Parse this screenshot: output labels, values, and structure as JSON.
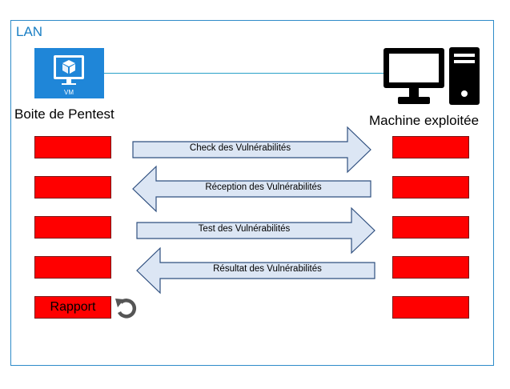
{
  "lan": {
    "label": "LAN"
  },
  "left_node": {
    "label": "Boite de Pentest",
    "icon": "vm-icon",
    "icon_text": "VM",
    "icon_color": "#1f86d8"
  },
  "right_node": {
    "label": "Machine exploitée",
    "icon": "desktop-computer-icon"
  },
  "left_boxes": [
    {
      "label": ""
    },
    {
      "label": ""
    },
    {
      "label": ""
    },
    {
      "label": ""
    },
    {
      "label": "Rapport"
    }
  ],
  "right_boxes": [
    {
      "label": ""
    },
    {
      "label": ""
    },
    {
      "label": ""
    },
    {
      "label": ""
    },
    {
      "label": ""
    }
  ],
  "arrows": [
    {
      "label": "Check des Vulnérabilités",
      "direction": "right"
    },
    {
      "label": "Réception des Vulnérabilités",
      "direction": "left"
    },
    {
      "label": "Test des Vulnérabilités",
      "direction": "right"
    },
    {
      "label": "Résultat des Vulnérabilités",
      "direction": "left"
    }
  ],
  "repeat_icon": "undo-arrow-icon",
  "colors": {
    "frame": "#2e8bc9",
    "box": "#ff0000",
    "arrow_fill": "#dce6f4",
    "arrow_stroke": "#2f4f7f"
  }
}
